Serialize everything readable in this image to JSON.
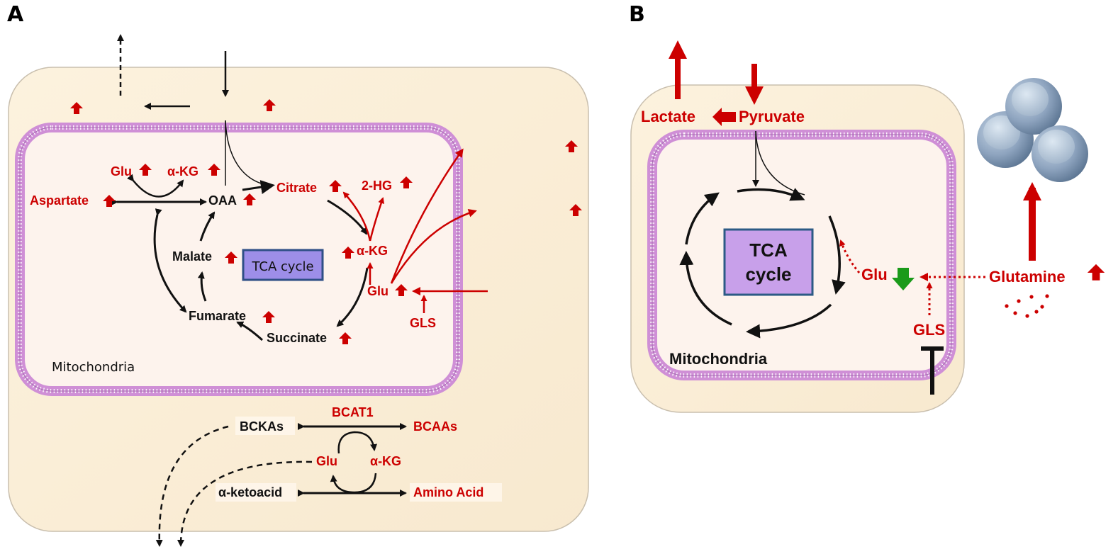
{
  "panels": {
    "a": "A",
    "b": "B"
  },
  "colors": {
    "cell": "#fbefd9",
    "mito_fill": "#fdf2ec",
    "membrane": "#cf8fd6",
    "up_red": "#cc0000",
    "down_green": "#1a9a1a",
    "tca_box_a": "#9b8ce6",
    "tca_box_b": "#c59ce6"
  },
  "panel_a": {
    "glu_top": "Glu",
    "akg_top": "α-KG",
    "aspartate": "Aspartate",
    "oaa": "OAA",
    "citrate": "Citrate",
    "two_hg": "2-HG",
    "akg": "α-KG",
    "malate": "Malate",
    "tca": "TCA cycle",
    "glu": "Glu",
    "gls": "GLS",
    "fumarate": "Fumarate",
    "succinate": "Succinate",
    "mitochondria": "Mitochondria",
    "bckas": "BCKAs",
    "bcat1": "BCAT1",
    "bcaas": "BCAAs",
    "glu_bottom": "Glu",
    "akg_bottom": "α-KG",
    "ketoacid": "α-ketoacid",
    "amino_acid": "Amino Acid"
  },
  "panel_b": {
    "lactate": "Lactate",
    "pyruvate": "Pyruvate",
    "tca_line1": "TCA",
    "tca_line2": "cycle",
    "glu": "Glu",
    "glutamine": "Glutamine",
    "gls": "GLS",
    "mitochondria": "Mitochondria"
  }
}
